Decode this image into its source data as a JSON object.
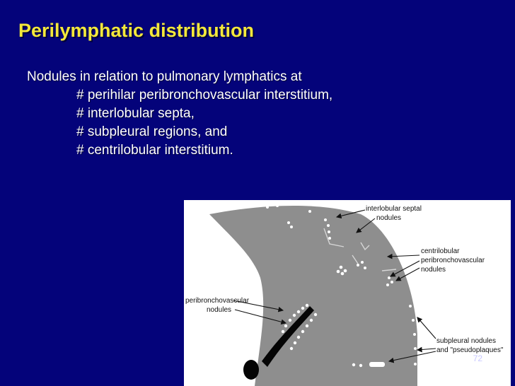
{
  "slide": {
    "title": "Perilymphatic distribution",
    "intro": "Nodules in relation to pulmonary lymphatics at",
    "items": [
      "# perihilar peribronchovascular interstitium,",
      "# interlobular septa,",
      "# subpleural regions, and",
      "# centrilobular interstitium."
    ],
    "page_number": "72"
  },
  "figure": {
    "labels": {
      "septal_1": "interlobular septal",
      "septal_2": "nodules",
      "centri_1": "centrilobular",
      "centri_2": "peribronchovascular",
      "centri_3": "nodules",
      "pbv_1": "peribronchovascular",
      "pbv_2": "nodules",
      "subpl_1": "subpleural nodules",
      "subpl_2": "and \"pseudoplaques\""
    }
  }
}
